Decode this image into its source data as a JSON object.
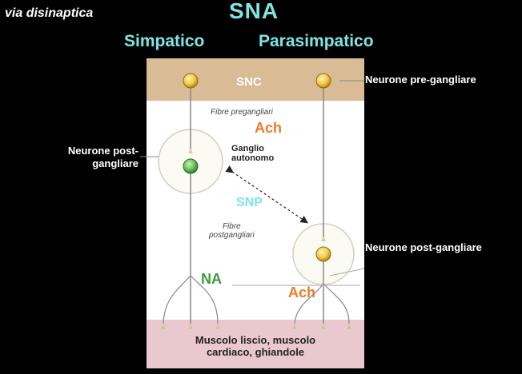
{
  "subtitle": "via disinaptica",
  "title": "SNA",
  "columns": {
    "sympathetic": "Simpatico",
    "parasympathetic": "Parasimpatico"
  },
  "bands": {
    "cns": "SNC",
    "effector": "Muscolo liscio, muscolo cardiaco, ghiandole"
  },
  "effector_lines": [
    "Muscolo liscio, muscolo",
    "cardiaco, ghiandole"
  ],
  "labels": {
    "preganglionic_fibers": "Fibre pregangliari",
    "ach_top": "Ach",
    "ganglion_line1": "Ganglio",
    "ganglion_line2": "autonomo",
    "snp": "SNP",
    "postganglionic_line1": "Fibre",
    "postganglionic_line2": "postgangliari",
    "na": "NA",
    "ach_bottom": "Ach"
  },
  "side_labels": {
    "pre_ganglionic": "Neurone pre-gangliare",
    "post_ganglionic_left_line1": "Neurone post-",
    "post_ganglionic_left_line2": "gangliare",
    "post_ganglionic_right": "Neurone post-gangliare"
  },
  "colors": {
    "cns_band": "#d9bc96",
    "effector_band": "#e9c9cd",
    "neuron_body": "#f2c94c",
    "ganglion_neuron": "#6bbf59",
    "title": "#7fe5e5",
    "ach": "#f07a2a",
    "na": "#3a9a3a"
  }
}
